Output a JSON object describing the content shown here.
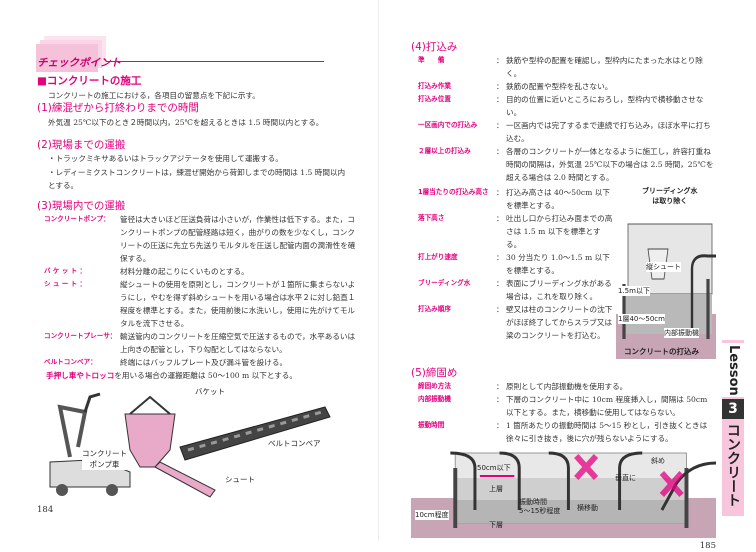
{
  "left": {
    "badge": "チェックポイント",
    "section_title": "■コンクリートの施工",
    "intro": "コンクリートの施工における，各項目の留意点を下記に示す。",
    "s1": {
      "title": "(1)練混ぜから打終わりまでの時間",
      "text": "外気温 25℃以下のとき２時間以内，25℃を超えるときは 1.5 時間以内とする。"
    },
    "s2": {
      "title": "(2)現場までの運搬",
      "bullets": [
        "・トラックミキサあるいはトラックアジテータを使用して運搬する。",
        "・レディーミクストコンクリートは，練混ぜ開始から荷卸しまでの時間は 1.5 時間以内とする。"
      ]
    },
    "s3": {
      "title": "(3)現場内での運搬",
      "items": [
        {
          "label": "コンクリートポンプ：",
          "text": "管径は大きいほど圧送負荷は小さいが，作業性は低下する。また，コンクリートポンプの配管経路は短く，曲がりの数を少なくし，コンクリートの圧送に先立ち先送りモルタルを圧送し配管内面の潤滑性を確保する。"
        },
        {
          "label": "バ ケ ッ ト ：",
          "text": "材料分離の起こりにくいものとする。"
        },
        {
          "label": "シ ュ ー ト ：",
          "text": "縦シュートの使用を原則とし，コンクリートが１箇所に集まらないようにし，やむを得ず斜めシュートを用いる場合は水平２に対し鉛直１程度を標準とする。また，使用前後に水洗いし，使用に先がけてモルタルを流下させる。"
        },
        {
          "label": "コンクリートプレーサ：",
          "text": "輸送管内のコンクリートを圧縮空気で圧送するもので，水平あるいは上向きの配管とし，下り勾配としてはならない。"
        },
        {
          "label": "ベルトコンベア：",
          "text": "終端にはバッフルプレート及び漏斗管を設ける。"
        }
      ],
      "last_pink": "手押し車やトロッコ",
      "last_text": "を用いる場合の運搬距離は 50〜100 m 以下とする。"
    },
    "illus": {
      "bucket": "バケット",
      "pump": "コンクリート\nポンプ車",
      "chute": "シュート",
      "conveyor": "ベルトコンベア"
    },
    "page_number": "184"
  },
  "right": {
    "s4": {
      "title": "(4)打込み",
      "items": [
        {
          "label": "準　　備",
          "text": "鉄筋や型枠の配置を確認し，型枠内にたまった水はとり除く。"
        },
        {
          "label": "打込み作業",
          "text": "鉄筋の配置や型枠を乱さない。"
        },
        {
          "label": "打込み位置",
          "text": "目的の位置に近いところにおろし，型枠内で横移動させない。"
        },
        {
          "label": "一区画内での打込み",
          "text": "一区画内では完了するまで連続で打ち込み，ほぼ水平に打ち込む。"
        },
        {
          "label": "２層以上の打込み",
          "text": "各層のコンクリートが一体となるように施工し，許容打重ね時間の間隔は，外気温 25℃以下の場合は 2.5 時間，25℃を超える場合は 2.0 時間とする。"
        },
        {
          "label": "1層当たりの打込み高さ",
          "text": "打込み高さは 40〜50cm 以下を標準とする。"
        },
        {
          "label": "落下高さ",
          "text": "吐出し口から打込み面までの高さは 1.5 m 以下を標準とする。"
        },
        {
          "label": "打上がり速度",
          "text": "30 分当たり 1.0〜1.5 m 以下を標準とする。"
        },
        {
          "label": "ブリーディング水",
          "text": "表面にブリーディング水がある場合は，これを取り除く。"
        },
        {
          "label": "打込み順序",
          "text": "壁又は柱のコンクリートの沈下がほぼ終了してからスラブ又は梁のコンクリートを打込む。"
        }
      ]
    },
    "fig1": {
      "bleeding": "ブリーディング水\nは取り除く",
      "chute": "縦シュート",
      "drop": "1.5m以下",
      "layer": "1層40〜50cm",
      "vibrator": "内部振動機",
      "caption": "コンクリートの打込み"
    },
    "s5": {
      "title": "(5)締固め",
      "items": [
        {
          "label": "締固め方法",
          "text": "原則として内部振動機を使用する。"
        },
        {
          "label": "内部振動機",
          "text": "下層のコンクリート中に 10cm 程度挿入し，間隔は 50cm 以下とする。また，横移動に使用してはならない。"
        },
        {
          "label": "振動時間",
          "text": "1 箇所あたりの振動時間は 5〜15 秒とし，引き抜くときは徐々に引き抜き，後に穴が残らないようにする。"
        }
      ]
    },
    "fig2": {
      "spacing": "50cm以下",
      "upper": "上層",
      "lower": "下層",
      "depth": "10cm程度",
      "time": "振動時間\n5〜15秒程度",
      "lateral": "横移動",
      "vertical": "垂直に",
      "oblique": "斜め"
    },
    "tab": {
      "lesson": "Lesson",
      "num": "3",
      "title": "コンクリート"
    },
    "page_number": "185"
  },
  "colors": {
    "accent": "#e4007f",
    "tab_bg": "#f7c6dc"
  }
}
